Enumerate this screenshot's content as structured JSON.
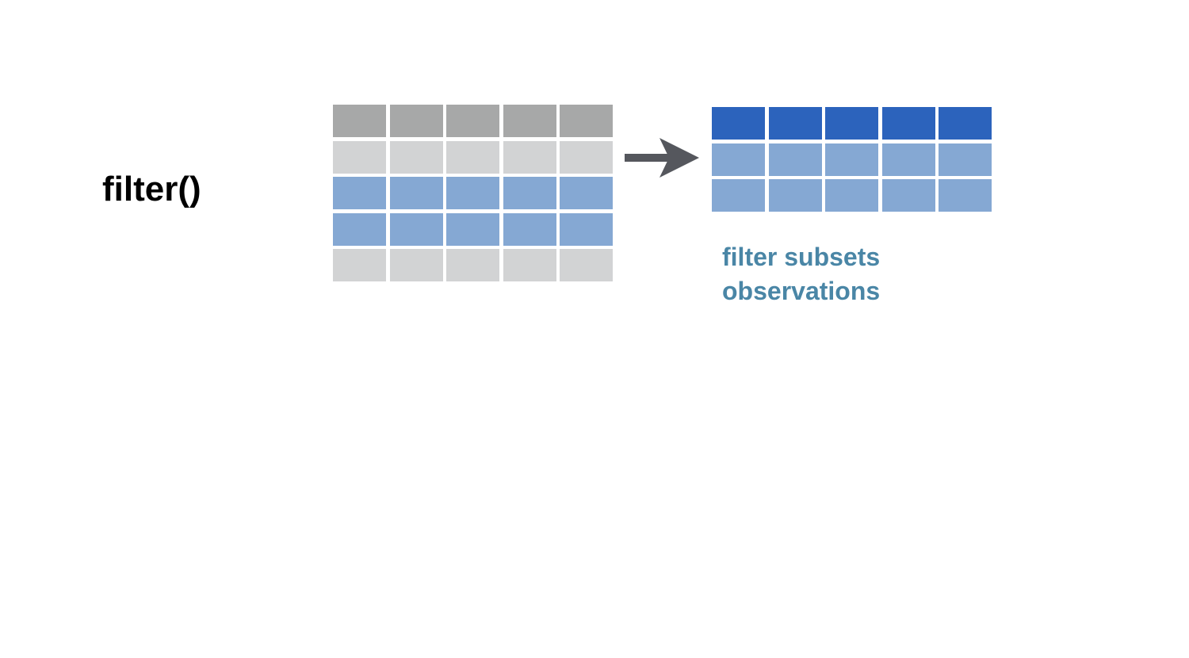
{
  "function_label": "filter()",
  "caption": {
    "line1": "filter subsets",
    "line2": "observations"
  },
  "colors": {
    "header_gray": "#a7a8a8",
    "row_gray": "#d2d3d4",
    "row_blue": "#85a8d3",
    "header_blue": "#2c63bc",
    "arrow": "#55575d",
    "caption": "#4a86a6"
  },
  "input_table": {
    "columns": 5,
    "rows": [
      "header",
      "excluded",
      "kept",
      "kept",
      "excluded"
    ]
  },
  "output_table": {
    "columns": 5,
    "rows": [
      "header",
      "kept",
      "kept"
    ]
  },
  "arrow_icon": "right-arrow-icon"
}
